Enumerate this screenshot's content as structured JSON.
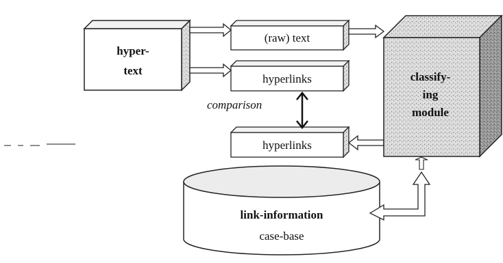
{
  "diagram": {
    "hypertext_box": {
      "line1": "hyper-",
      "line2": "text"
    },
    "raw_text_box": {
      "label": "(raw) text"
    },
    "hyperlinks_top_box": {
      "label": "hyperlinks"
    },
    "hyperlinks_bottom_box": {
      "label": "hyperlinks"
    },
    "comparison_label": "comparison",
    "classifying_module": {
      "line1": "classify-",
      "line2": "ing",
      "line3": "module"
    },
    "case_base": {
      "line1": "link-information",
      "line2": "case-base"
    }
  }
}
